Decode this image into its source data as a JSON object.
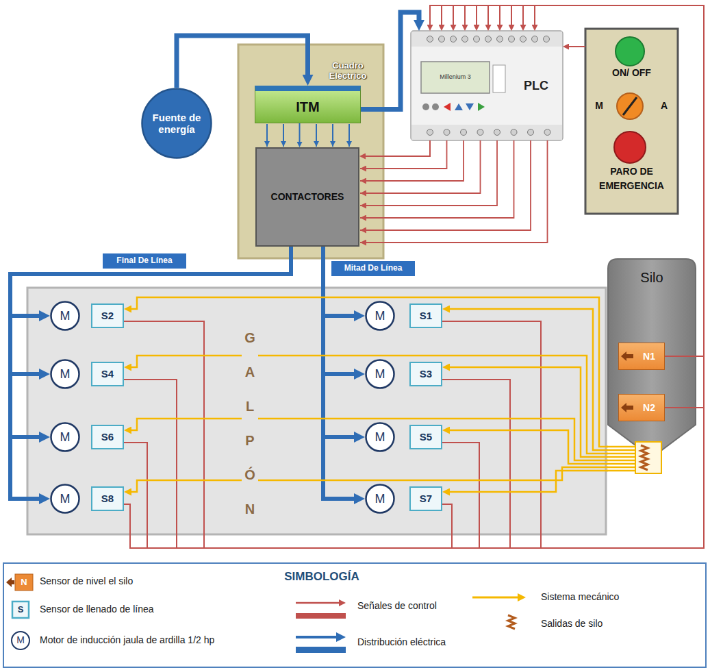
{
  "diagram": {
    "nodes": [
      {
        "text": [
          "Fuente de energía"
        ]
      },
      {
        "text": [
          "Cuadro Eléctrico"
        ]
      },
      {
        "text": [
          "ITM"
        ],
        "in": 1
      },
      {
        "text": [
          "CONTACTORES"
        ],
        "in": 1
      },
      {
        "text": [
          "PLC"
        ]
      },
      {
        "text": [
          "ON/ OFF",
          "M",
          "A",
          "PARO DE EMERGENCIA"
        ]
      },
      {
        "text": [
          "G A L P Ó N"
        ]
      },
      {
        "text": [
          "M"
        ],
        "in": 6
      },
      {
        "text": [
          "S2"
        ],
        "in": 6
      },
      {
        "text": [
          "M"
        ],
        "in": 6
      },
      {
        "text": [
          "S1"
        ],
        "in": 6
      },
      {
        "text": [
          "M"
        ],
        "in": 6
      },
      {
        "text": [
          "S4"
        ],
        "in": 6
      },
      {
        "text": [
          "M"
        ],
        "in": 6
      },
      {
        "text": [
          "S3"
        ],
        "in": 6
      },
      {
        "text": [
          "M"
        ],
        "in": 6
      },
      {
        "text": [
          "S6"
        ],
        "in": 6
      },
      {
        "text": [
          "M"
        ],
        "in": 6
      },
      {
        "text": [
          "S5"
        ],
        "in": 6
      },
      {
        "text": [
          "M"
        ],
        "in": 6
      },
      {
        "text": [
          "S8"
        ],
        "in": 6
      },
      {
        "text": [
          "M"
        ],
        "in": 6
      },
      {
        "text": [
          "S7"
        ],
        "in": 6
      },
      {
        "text": [
          "Silo"
        ]
      },
      {
        "text": [
          "N1"
        ],
        "in": 23
      },
      {
        "text": [
          "N2"
        ],
        "in": 23
      }
    ],
    "edges": [
      {
        "from": 0,
        "to": 2,
        "arrow": "to"
      },
      {
        "from": 2,
        "to": 4,
        "arrow": "to"
      },
      {
        "from": 2,
        "to": 3,
        "arrow": "to"
      },
      {
        "from": 4,
        "to": 3,
        "arrow": "to"
      },
      {
        "from": 5,
        "to": 4,
        "arrow": "to"
      },
      {
        "from": 3,
        "to": 7,
        "arrow": "to"
      },
      {
        "from": 3,
        "to": 11,
        "arrow": "to"
      },
      {
        "from": 3,
        "to": 15,
        "arrow": "to"
      },
      {
        "from": 3,
        "to": 19,
        "arrow": "to"
      },
      {
        "from": 3,
        "to": 9,
        "arrow": "to"
      },
      {
        "from": 3,
        "to": 13,
        "arrow": "to"
      },
      {
        "from": 3,
        "to": 17,
        "arrow": "to"
      },
      {
        "from": 3,
        "to": 21,
        "arrow": "to"
      },
      {
        "from": 8,
        "to": 4,
        "arrow": "to"
      },
      {
        "from": 10,
        "to": 4,
        "arrow": "to"
      },
      {
        "from": 12,
        "to": 4,
        "arrow": "to"
      },
      {
        "from": 14,
        "to": 4,
        "arrow": "to"
      },
      {
        "from": 16,
        "to": 4,
        "arrow": "to"
      },
      {
        "from": 18,
        "to": 4,
        "arrow": "to"
      },
      {
        "from": 20,
        "to": 4,
        "arrow": "to"
      },
      {
        "from": 22,
        "to": 4,
        "arrow": "to"
      },
      {
        "from": 24,
        "to": 4,
        "arrow": "to"
      },
      {
        "from": 25,
        "to": 4,
        "arrow": "to"
      },
      {
        "from": 23,
        "to": 8,
        "arrow": "to"
      },
      {
        "from": 23,
        "to": 10,
        "arrow": "to"
      },
      {
        "from": 23,
        "to": 12,
        "arrow": "to"
      },
      {
        "from": 23,
        "to": 14,
        "arrow": "to"
      },
      {
        "from": 23,
        "to": 16,
        "arrow": "to"
      },
      {
        "from": 23,
        "to": 18,
        "arrow": "to"
      },
      {
        "from": 23,
        "to": 20,
        "arrow": "to"
      },
      {
        "from": 23,
        "to": 22,
        "arrow": "to"
      }
    ],
    "labels": [
      "Final De Línea",
      "Mitad De Línea",
      "Millenium 3",
      "SIMBOLOGÍA",
      "N",
      "S",
      "M"
    ],
    "legend": [
      {
        "text": "Sensor de nivel el silo"
      },
      {
        "text": "Sensor de llenado de línea"
      },
      {
        "text": "Motor de inducción jaula de ardilla 1/2 hp"
      },
      {
        "text": "Señales de control"
      },
      {
        "text": "Distribución eléctrica"
      },
      {
        "text": "Sistema mecánico"
      },
      {
        "text": "Salidas de silo"
      }
    ]
  }
}
